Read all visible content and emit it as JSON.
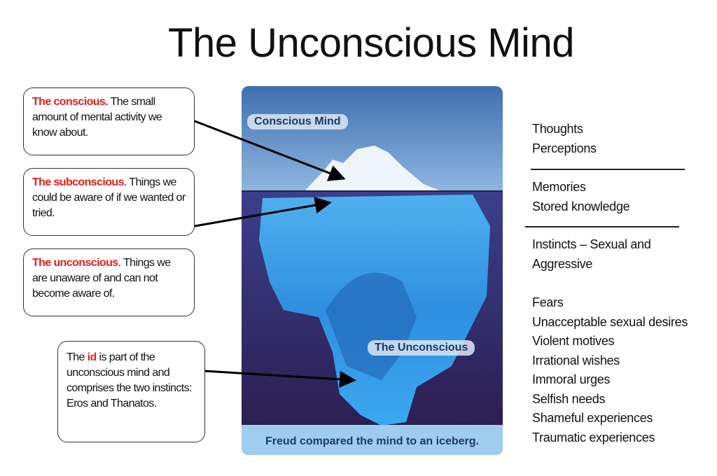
{
  "title": "The Unconscious Mind",
  "boxes": [
    {
      "term": "The conscious.",
      "text": " The small amount of mental activity  we know about."
    },
    {
      "term": "The subconscious",
      "text": ".  Things we could be aware of if we wanted or tried."
    },
    {
      "term": "The unconscious",
      "text": ".  Things we are unaware of and can not become aware of."
    },
    {
      "pre": "The ",
      "term": "id",
      "text": " is part of the unconscious mind and comprises the two instincts: Eros and Thanatos."
    }
  ],
  "image": {
    "label_top": "Conscious Mind",
    "label_bottom": "The Unconscious",
    "caption": "Freud compared the mind to an iceberg."
  },
  "right_groups": [
    [
      "Thoughts",
      "Perceptions"
    ],
    [
      "Memories",
      "Stored knowledge"
    ],
    [
      "Instincts – Sexual and",
      "Aggressive"
    ],
    [
      "Fears",
      "Unacceptable sexual desires",
      "Violent motives",
      "Irrational wishes",
      "Immoral urges",
      "Selfish needs",
      "Shameful experiences",
      "Traumatic experiences"
    ]
  ]
}
